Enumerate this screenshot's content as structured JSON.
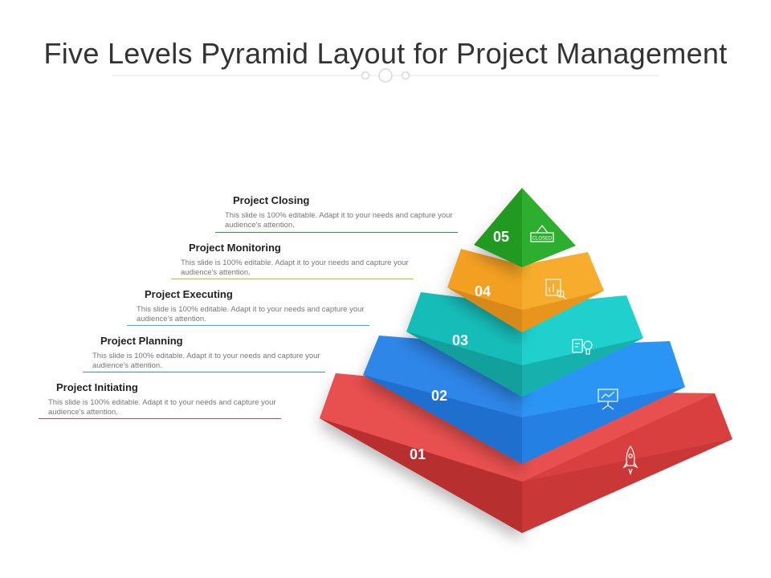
{
  "title": "Five Levels Pyramid Layout for Project Management",
  "levels": [
    {
      "number": "01",
      "heading": "Project Initiating",
      "description": "This slide is 100% editable. Adapt it to your needs and capture your audience's attention.",
      "color": "#e0403f",
      "icon": "rocket-icon"
    },
    {
      "number": "02",
      "heading": "Project Planning",
      "description": "This slide is 100% editable. Adapt it to your needs and capture your audience's attention.",
      "color": "#2d8ff0",
      "icon": "presentation-board-icon"
    },
    {
      "number": "03",
      "heading": "Project Executing",
      "description": "This slide is 100% editable. Adapt it to your needs and capture your audience's attention.",
      "color": "#19c7c4",
      "icon": "idea-gears-icon"
    },
    {
      "number": "04",
      "heading": "Project Monitoring",
      "description": "This slide is 100% editable. Adapt it to your needs and capture your audience's attention.",
      "color": "#f5a223",
      "icon": "monitoring-chart-icon"
    },
    {
      "number": "05",
      "heading": "Project Closing",
      "description": "This slide is 100% editable. Adapt it to your needs and capture your audience's attention.",
      "color": "#2aa52a",
      "icon": "closed-sign-icon",
      "icon_text": "CLOSED"
    }
  ]
}
